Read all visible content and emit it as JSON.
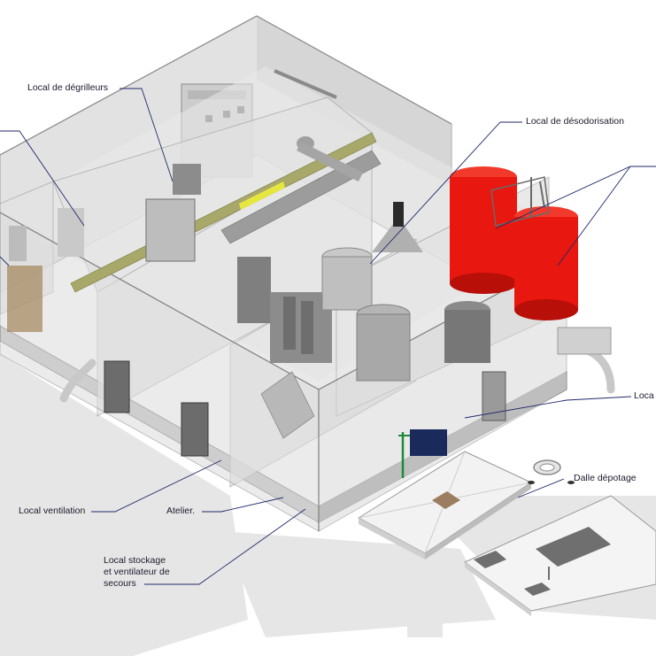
{
  "labels": {
    "degrilleurs": "Local de dégrilleurs",
    "desodorisation": "Local de désodorisation",
    "ventilation": "Local ventilation",
    "atelier": "Atelier.",
    "stockage_line1": "Local stockage",
    "stockage_line2": "et ventilateur de",
    "stockage_line3": "secours",
    "depotage": "Dalle dépotage",
    "right_cut": "Loca"
  },
  "colors": {
    "label_text": "#1a1a2e",
    "leader_line": "#1f2a6b",
    "wall_fill": "#d9d9d9",
    "wall_edge": "#9a9a9a",
    "floor_fill": "#cfcfcf",
    "tank_red": "#e8170f",
    "equipment_grey": "#8c8c8c",
    "beam_olive": "#a8a86a",
    "beam_yellow": "#e6e640",
    "shadow": "#e3e3e3",
    "eyewash_green": "#1f8a3a",
    "tank_blue": "#1a2a5a"
  }
}
